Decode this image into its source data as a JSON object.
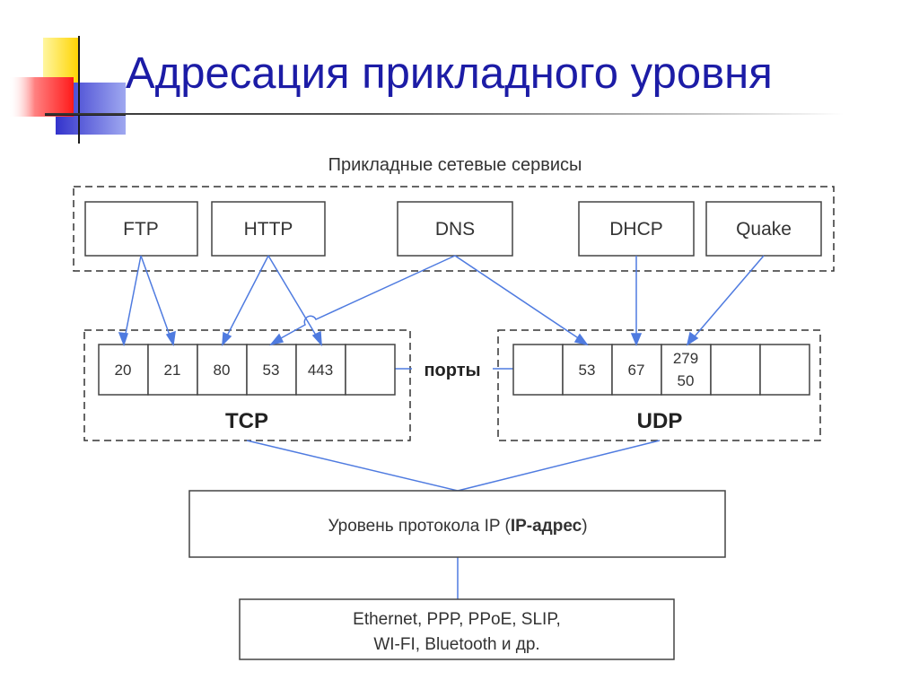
{
  "slide": {
    "title": "Адресация прикладного уровня"
  },
  "diagram": {
    "services_caption": "Прикладные сетевые сервисы",
    "services": [
      "FTP",
      "HTTP",
      "DNS",
      "DHCP",
      "Quake"
    ],
    "tcp": {
      "label": "TCP",
      "ports": [
        "20",
        "21",
        "80",
        "53",
        "443",
        ""
      ]
    },
    "udp": {
      "label": "UDP",
      "ports": [
        "",
        "53",
        "67",
        "279",
        "",
        ""
      ],
      "port_279_second_line": "50"
    },
    "ports_label": "порты",
    "ip_layer": {
      "text_before": "Уровень протокола IP (",
      "text_bold": "IP-адрес",
      "text_after": ")"
    },
    "link_layer": {
      "line1": "Ethernet, PPP, PPoE, SLIP,",
      "line2": "WI-FI, Bluetooth и др."
    },
    "colors": {
      "title": "#1c1ca6",
      "arrows": "#4f7be0",
      "deco_yellow": "#ffd400",
      "deco_blue": "#3333cc",
      "deco_red": "#ff2020"
    }
  }
}
